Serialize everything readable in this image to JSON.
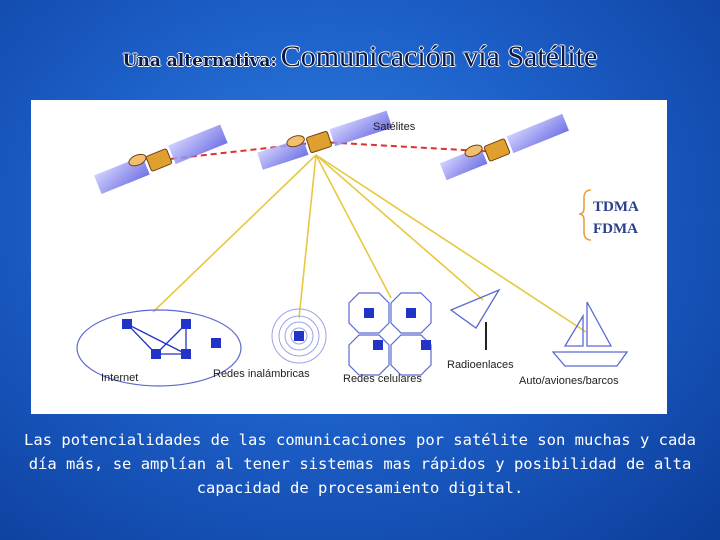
{
  "title": {
    "lead": "Una alternativa:",
    "main": "Comunicación vía Satélite"
  },
  "diagram": {
    "satellites_label": "Satélites",
    "access_methods": [
      "TDMA",
      "FDMA"
    ],
    "networks": [
      "Internet",
      "Redes inalámbricas",
      "Redes celulares",
      "Radioenlaces",
      "Auto/aviones/barcos"
    ]
  },
  "caption": "Las potencialidades de las comunicaciones por satélite son muchas y cada día más, se amplían al tener sistemas mas rápidos y posibilidad de alta capacidad de procesamiento digital.",
  "colors": {
    "background": "#1c5fc8",
    "satellite_link": "#e03030",
    "ground_link": "#e8c840",
    "network_node": "#2233c8",
    "text_dark": "#0a1a4a"
  }
}
